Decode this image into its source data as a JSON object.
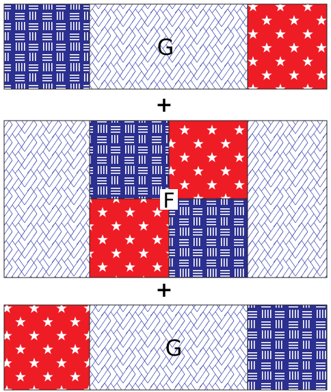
{
  "title": "",
  "colors": {
    "navy": "#2b2f8f",
    "red": "#ee1c25",
    "stripe": "#ffffff",
    "herringbone": "#2f3aa8",
    "outline": "#222222"
  },
  "rows": [
    {
      "label": "G",
      "left_block": "navy-stripe",
      "right_block": "red-star"
    },
    {
      "label": "F",
      "center_grid": [
        "navy-stripe",
        "red-star",
        "red-star",
        "navy-stripe"
      ]
    },
    {
      "label": "G",
      "left_block": "red-star",
      "right_block": "navy-stripe"
    }
  ],
  "operators": [
    "+",
    "+"
  ]
}
